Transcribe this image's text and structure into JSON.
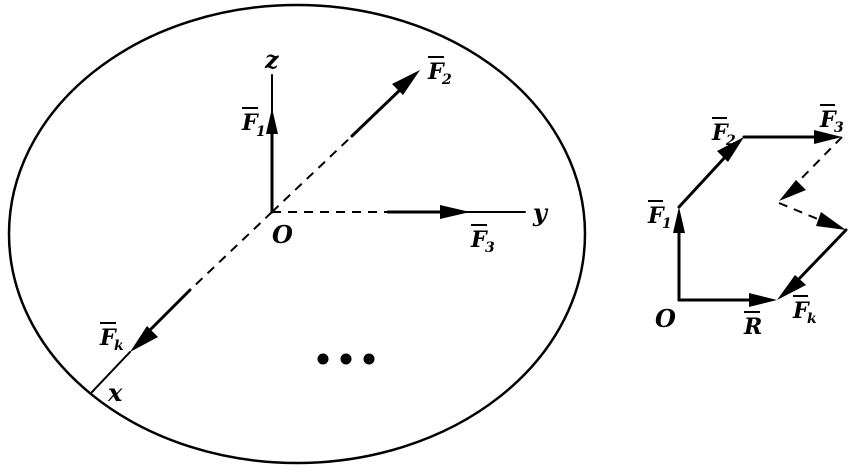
{
  "space_diagram": {
    "axis_z": "z",
    "axis_y": "y",
    "axis_x": "x",
    "origin": "O",
    "F1": {
      "letter": "F",
      "sub": "1"
    },
    "F2": {
      "letter": "F",
      "sub": "2"
    },
    "F3": {
      "letter": "F",
      "sub": "3"
    },
    "Fk": {
      "letter": "F",
      "sub": "k"
    },
    "ellipsis": "..."
  },
  "force_polygon": {
    "origin": "O",
    "F1": {
      "letter": "F",
      "sub": "1"
    },
    "F2": {
      "letter": "F",
      "sub": "2"
    },
    "F3": {
      "letter": "F",
      "sub": "3"
    },
    "Fk": {
      "letter": "F",
      "sub": "k"
    },
    "R": {
      "letter": "R"
    }
  }
}
